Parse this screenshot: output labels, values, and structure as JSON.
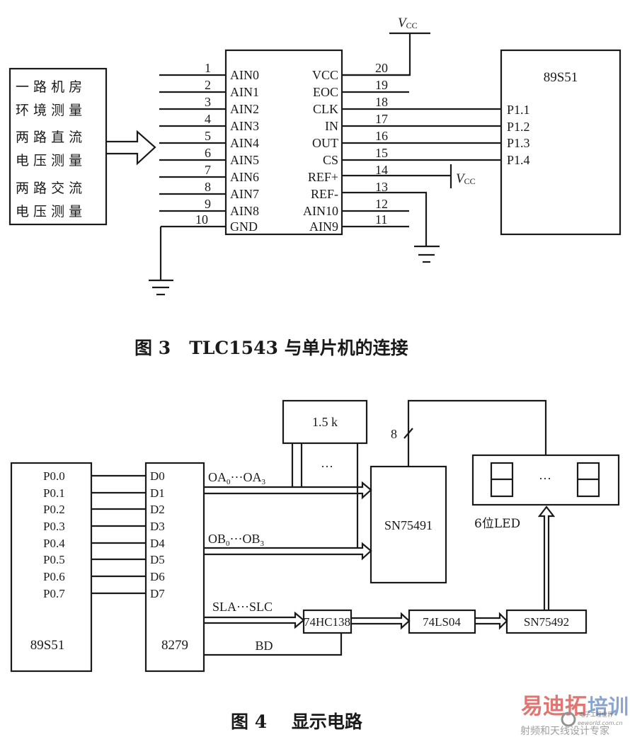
{
  "figure3": {
    "caption": "图 3   TLC1543 与单片机的连接",
    "source_box": {
      "lines": [
        "一 路 机 房",
        "环 境 测 量",
        "两 路 直 流",
        "电 压 测 量",
        "两 路 交 流",
        "电 压 测 量"
      ]
    },
    "adc_chip": {
      "name": "TLC1543",
      "left_pins": [
        {
          "num": "1",
          "label": "AIN0"
        },
        {
          "num": "2",
          "label": "AIN1"
        },
        {
          "num": "3",
          "label": "AIN2"
        },
        {
          "num": "4",
          "label": "AIN3"
        },
        {
          "num": "5",
          "label": "AIN4"
        },
        {
          "num": "6",
          "label": "AIN5"
        },
        {
          "num": "7",
          "label": "AIN6"
        },
        {
          "num": "8",
          "label": "AIN7"
        },
        {
          "num": "9",
          "label": "AIN8"
        },
        {
          "num": "10",
          "label": "GND"
        }
      ],
      "right_pins": [
        {
          "num": "20",
          "label": "VCC"
        },
        {
          "num": "19",
          "label": "EOC"
        },
        {
          "num": "18",
          "label": "CLK"
        },
        {
          "num": "17",
          "label": "IN"
        },
        {
          "num": "16",
          "label": "OUT"
        },
        {
          "num": "15",
          "label": "CS"
        },
        {
          "num": "14",
          "label": "REF+"
        },
        {
          "num": "13",
          "label": "REF-"
        },
        {
          "num": "12",
          "label": "AIN10"
        },
        {
          "num": "11",
          "label": "AIN9"
        }
      ]
    },
    "vcc_label": "V",
    "vcc_sub": "CC",
    "mcu": {
      "name": "89S51",
      "pins": [
        "P1.1",
        "P1.2",
        "P1.3",
        "P1.4"
      ]
    }
  },
  "figure4": {
    "caption": "图 4    显示电路",
    "mcu": {
      "name": "89S51",
      "pins": [
        "P0.0",
        "P0.1",
        "P0.2",
        "P0.3",
        "P0.4",
        "P0.5",
        "P0.6",
        "P0.7"
      ]
    },
    "controller": {
      "name": "8279",
      "pins": [
        "D0",
        "D1",
        "D2",
        "D3",
        "D4",
        "D5",
        "D6",
        "D7"
      ]
    },
    "bus_oa": {
      "prefix": "OA",
      "sub0": "0",
      "dots": "···",
      "sub3": "3"
    },
    "bus_ob": {
      "prefix": "OB",
      "sub0": "0",
      "dots": "···",
      "sub3": "3"
    },
    "bus_sl": "SLA···SLC",
    "bd_label": "BD",
    "resistor": "1.5 k",
    "resistor_dots": "···",
    "segment_driver": "SN75491",
    "bus_width": "8",
    "display": {
      "label": "6位LED",
      "dots": "···"
    },
    "decoder": "74HC138",
    "inverter": "74LS04",
    "digit_driver": "SN75492"
  },
  "watermark": {
    "brand_red": "易迪拓",
    "brand_blue": "培训",
    "site_cn": "电子工程世界",
    "site_url": "eeworld.com.cn",
    "slogan": "射频和天线设计专家",
    "red": "#d9534f",
    "blue": "#6a8fc4"
  }
}
